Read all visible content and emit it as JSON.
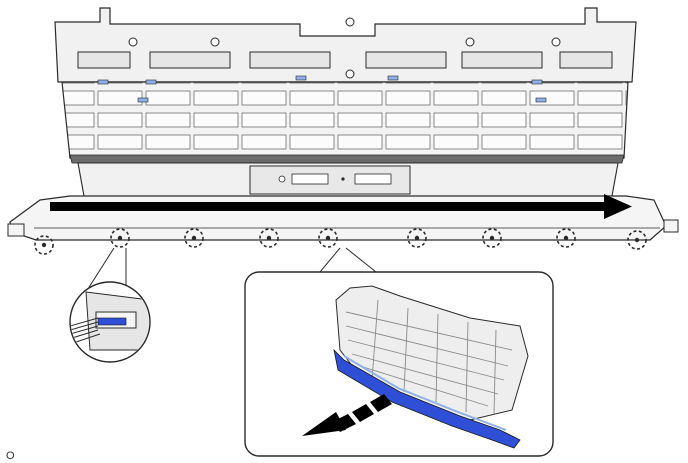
{
  "figure": {
    "corner_label": "O",
    "colors": {
      "outline": "#2a2a2a",
      "part_fill": "#f1f1f1",
      "part_shade": "#d9d9d9",
      "dark_strip": "#6b6b6b",
      "highlight_blue": "#2f4fd6",
      "light_blue": "#8fb0e8",
      "arrow": "#000000"
    },
    "icons": {
      "clip_marker": "dashed-circle",
      "direction_arrow": "arrow-right",
      "removal_arrow": "dashed-arrow-down-left"
    },
    "clip_count": 9
  }
}
